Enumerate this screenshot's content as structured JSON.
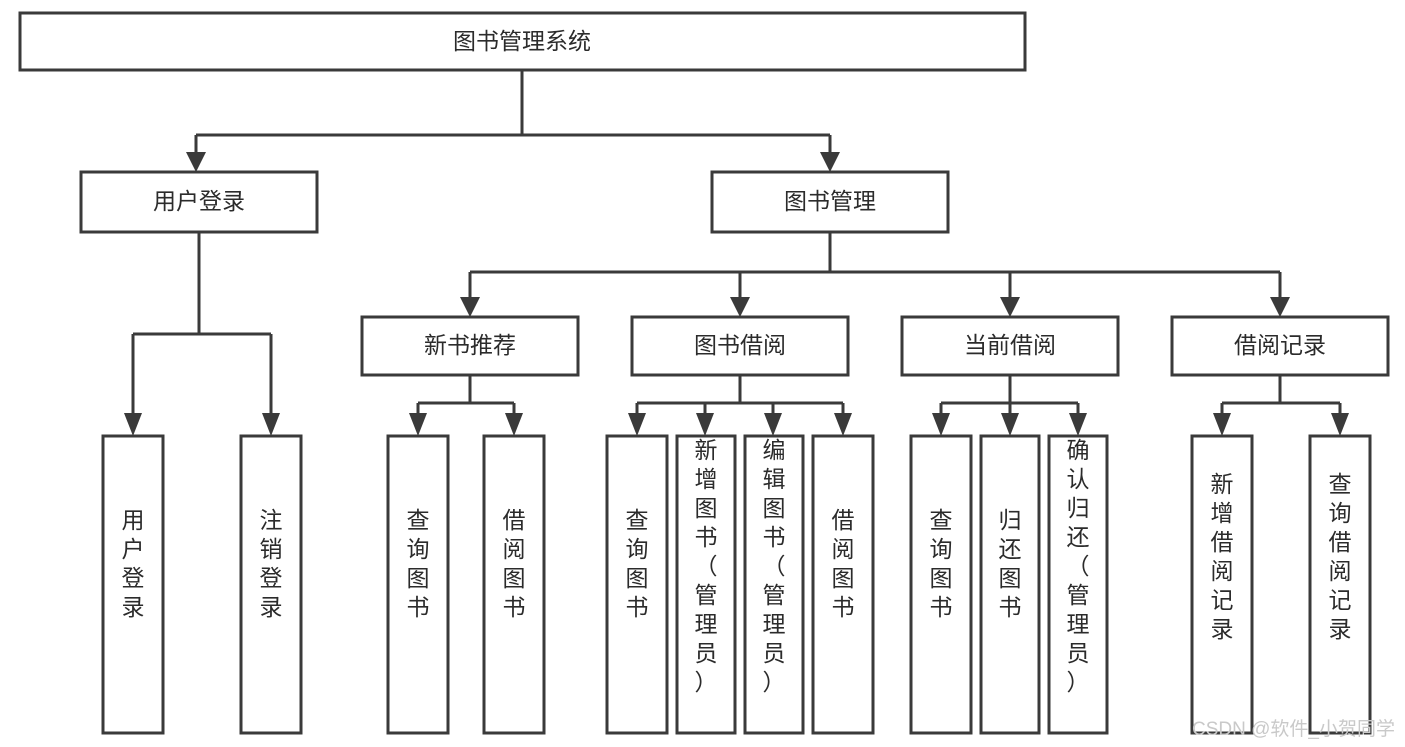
{
  "diagram": {
    "type": "tree-hierarchy-chart",
    "title": "图书管理系统",
    "orientation": "top-down",
    "box_fill": "#ffffff",
    "box_stroke": "#3a3a3a",
    "text_color": "#2b2b2b",
    "background": "#ffffff",
    "levels": [
      {
        "level": 1,
        "nodes": [
          {
            "id": "root",
            "label": "图书管理系统",
            "orientation": "horizontal"
          }
        ]
      },
      {
        "level": 2,
        "nodes": [
          {
            "id": "login",
            "label": "用户登录",
            "orientation": "horizontal",
            "parent": "root"
          },
          {
            "id": "bookmgmt",
            "label": "图书管理",
            "orientation": "horizontal",
            "parent": "root"
          }
        ]
      },
      {
        "level": 3,
        "nodes": [
          {
            "id": "newbook",
            "label": "新书推荐",
            "orientation": "horizontal",
            "parent": "bookmgmt"
          },
          {
            "id": "borrow",
            "label": "图书借阅",
            "orientation": "horizontal",
            "parent": "bookmgmt"
          },
          {
            "id": "current",
            "label": "当前借阅",
            "orientation": "horizontal",
            "parent": "bookmgmt"
          },
          {
            "id": "records",
            "label": "借阅记录",
            "orientation": "horizontal",
            "parent": "bookmgmt"
          }
        ]
      },
      {
        "level": 4,
        "nodes": [
          {
            "id": "leaf-user-login",
            "label": "用户登录",
            "orientation": "vertical",
            "parent": "login"
          },
          {
            "id": "leaf-user-logout",
            "label": "注销登录",
            "orientation": "vertical",
            "parent": "login"
          },
          {
            "id": "leaf-query-book-new",
            "label": "查询图书",
            "orientation": "vertical",
            "parent": "newbook"
          },
          {
            "id": "leaf-borrow-book-new",
            "label": "借阅图书",
            "orientation": "vertical",
            "parent": "newbook"
          },
          {
            "id": "leaf-query-book-borrow",
            "label": "查询图书",
            "orientation": "vertical",
            "parent": "borrow"
          },
          {
            "id": "leaf-add-book",
            "label": "新增图书（管理员）",
            "orientation": "vertical",
            "parent": "borrow"
          },
          {
            "id": "leaf-edit-book",
            "label": "编辑图书（管理员）",
            "orientation": "vertical",
            "parent": "borrow"
          },
          {
            "id": "leaf-borrow-book",
            "label": "借阅图书",
            "orientation": "vertical",
            "parent": "borrow"
          },
          {
            "id": "leaf-query-book-current",
            "label": "查询图书",
            "orientation": "vertical",
            "parent": "current"
          },
          {
            "id": "leaf-return-book",
            "label": "归还图书",
            "orientation": "vertical",
            "parent": "current"
          },
          {
            "id": "leaf-confirm-return",
            "label": "确认归还（管理员）",
            "orientation": "vertical",
            "parent": "current"
          },
          {
            "id": "leaf-add-record",
            "label": "新增借阅记录",
            "orientation": "vertical",
            "parent": "records"
          },
          {
            "id": "leaf-query-record",
            "label": "查询借阅记录",
            "orientation": "vertical",
            "parent": "records"
          }
        ]
      }
    ]
  },
  "watermark": {
    "text": "CSDN @软件_小贺同学",
    "color": "#c9c9c9"
  }
}
